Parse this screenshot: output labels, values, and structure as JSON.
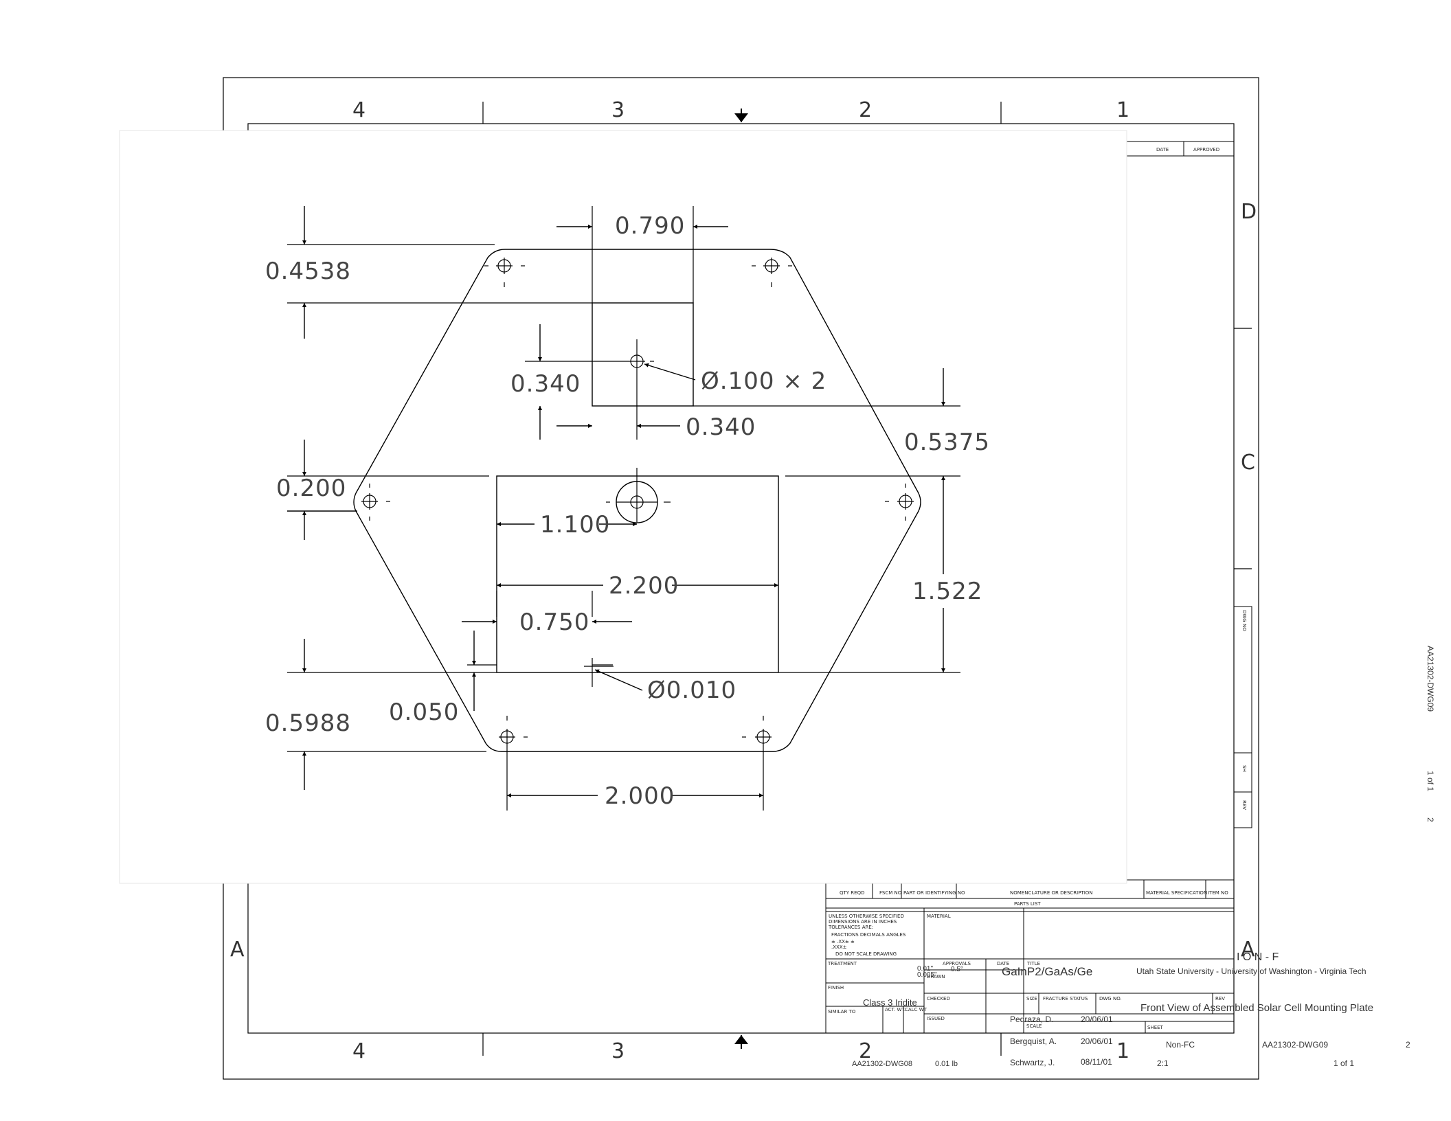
{
  "border": {
    "zones_top": [
      "4",
      "3",
      "2",
      "1"
    ],
    "zones_bottom": [
      "4",
      "3",
      "2",
      "1"
    ],
    "zones_right": [
      "D",
      "C"
    ],
    "zones_left": [
      "A"
    ],
    "zone_right_bottom": "A"
  },
  "revision_block": {
    "date": "DATE",
    "approved": "APPROVED"
  },
  "side_strip": {
    "dwg_no": "DWG NO",
    "sh": "SH",
    "rev": "REV"
  },
  "outside_side": {
    "dwg": "AA21302-DWG09",
    "sheet": "1 of 1",
    "rev": "2"
  },
  "dimensions": {
    "d0790": "0.790",
    "d04538": "0.4538",
    "d0340_v": "0.340",
    "hole_callout": "Ø.100  ×  2",
    "d0340_h": "0.340",
    "d05375": "0.5375",
    "d0200": "0.200",
    "d1100": "1.100",
    "d2200": "2.200",
    "d1522": "1.522",
    "d0750": "0.750",
    "d0010": "Ø0.010",
    "d0050": "0.050",
    "d05988": "0.5988",
    "d2000": "2.000"
  },
  "parts_list": {
    "qty_reqd": "QTY REQD",
    "fscm_no": "FSCM NO",
    "part_or_identifying_no": "PART OR IDENTIFYING NO",
    "nomenclature": "NOMENCLATURE OR DESCRIPTION",
    "material_spec": "MATERIAL SPECIFICATION",
    "item_no": "ITEM NO",
    "title": "PARTS LIST"
  },
  "title_block": {
    "notes": [
      "UNLESS OTHERWISE SPECIFIED",
      "DIMENSIONS ARE IN INCHES",
      "TOLERANCES ARE:",
      "FRACTIONS  DECIMALS  ANGLES",
      "±          .XX±         ±",
      "             .XXX±",
      "DO NOT SCALE DRAWING"
    ],
    "material_label": "MATERIAL",
    "treatment_label": "TREATMENT",
    "finish_label": "FINISH",
    "similar_to_label": "SIMILAR TO",
    "act_wt_label": "ACT. WT.",
    "calc_wt_label": "CALC WT",
    "approvals_label": "APPROVALS",
    "date_label": "DATE",
    "drawn_label": "DRAWN",
    "checked_label": "CHECKED",
    "issued_label": "ISSUED",
    "title_label": "TITLE",
    "size_label": "SIZE",
    "fracture_status_label": "FRACTURE STATUS",
    "dwg_no_label": "DWG NO.",
    "rev_label": "REV",
    "scale_label": "SCALE",
    "sheet_label": "SHEET",
    "tol_xx": "0.01\"",
    "tol_xxx": "0.005\"",
    "tol_angle": "0.5°",
    "material": "GaInP2/GaAs/Ge",
    "organizations": "Utah State University - University of Washington - Virginia Tech",
    "ionf": "I O N - F",
    "finish": "Class 3 Iridite",
    "drawing_title": "Front View of Assembled Solar Cell Mounting Plate",
    "drawn_by": "Pedraza, D.",
    "drawn_date": "20/06/01",
    "checked_by": "Bergquist, A.",
    "checked_date": "20/06/01",
    "issued_by": "Schwartz, J.",
    "issued_date": "08/11/01",
    "fracture_status": "Non-FC",
    "dwg_no": "AA21302-DWG09",
    "rev": "2",
    "similar_to": "AA21302-DWG08",
    "weight": "0.01 lb",
    "scale": "2:1",
    "sheet": "1 of 1"
  }
}
